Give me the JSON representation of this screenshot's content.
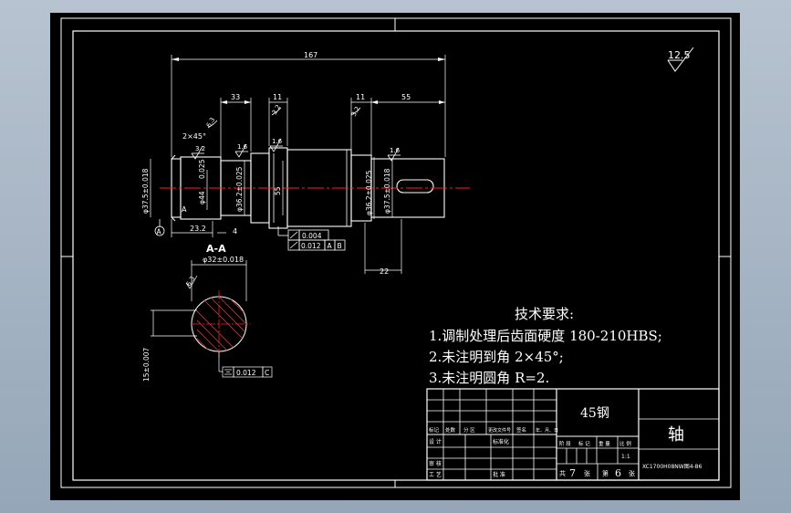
{
  "colors": {
    "viewport_bg": "#a6b4c4",
    "sheet_bg": "#000000",
    "line": "#ffffff",
    "centerline": "#ff2020",
    "section_hatch": "#ff2020"
  },
  "surface_finish": {
    "default_roughness": "12.5"
  },
  "dimensions": {
    "overall_length": "167",
    "d33": "33",
    "d11_left": "11",
    "d11_right": "11",
    "d55": "55",
    "chamfer": "2×45°",
    "roughness_3_2": "3.2",
    "roughness_6_3": "6.3",
    "roughness_1_6_a": "1.6",
    "roughness_1_6_b": "1.6",
    "roughness_1_6_c": "1.6",
    "roughness_3_2_right": "3.2",
    "roughness_3_2_top": "3.2",
    "dia_left": "φ37.5±0.018",
    "dia_44": "φ44",
    "dia_025": "0.025",
    "dia_bearing_left": "φ36.2±0.025",
    "dia_mid": "55",
    "dia_bearing_right": "φ36.2±0.025",
    "dia_right": "φ37.5±0.018",
    "len_23": "23.2",
    "len_4": "4",
    "len_22": "22",
    "datum_label": "A",
    "datum_bubble": "A",
    "tol_circ": "0.004",
    "tol_runout": "0.012",
    "tol_runout_datum_a": "A",
    "tol_runout_datum_b": "B"
  },
  "section": {
    "title": "A-A",
    "diameter": "φ32±0.018",
    "depth": "15±0.007",
    "roughness": "6.3",
    "sym_tol": "0.012",
    "sym_datum": "C"
  },
  "notes": {
    "heading": "技术要求:",
    "lines": [
      "1.调制处理后齿面硬度 180-210HBS;",
      "2.未注明到角 2×45°;",
      "3.未注明圆角 R=2."
    ]
  },
  "title_block": {
    "material": "45钢",
    "part_name": "轴",
    "drawing_number": "XC1700H08NW图4-86",
    "sheet_total": "7",
    "sheet_index": "6",
    "scale": "1:1",
    "headers_row": [
      "标记",
      "处数",
      "分 区",
      "更改文件号",
      "签名",
      "年、月、日"
    ],
    "left_rows": [
      "设 计",
      "审 核",
      "工 艺"
    ],
    "mid_rows": [
      "标准化",
      "",
      "批 准"
    ],
    "stage_labels": [
      "阶 段",
      "标 记",
      "重 量",
      "比 例"
    ],
    "sheet_total_prefix": "共",
    "sheet_total_suffix": "张",
    "sheet_index_prefix": "第",
    "sheet_index_suffix": "张"
  }
}
